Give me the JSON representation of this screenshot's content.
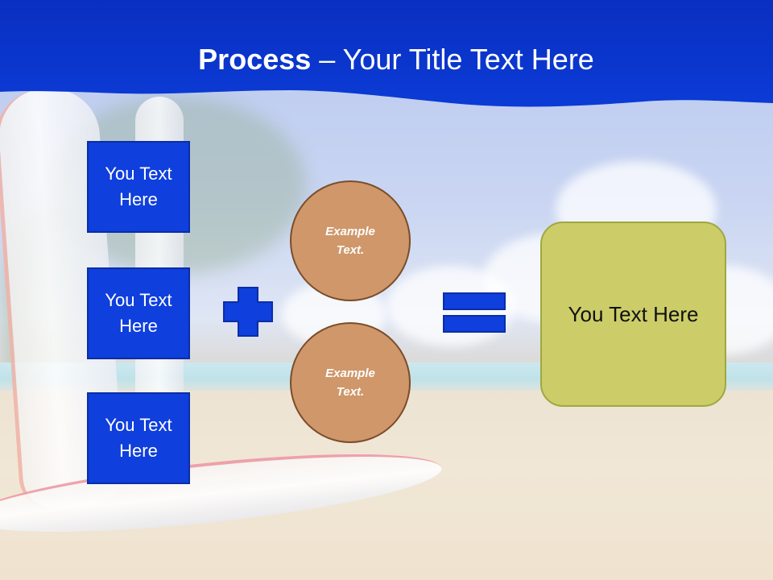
{
  "slide": {
    "title_bold": "Process",
    "title_rest": " – Your Title Text Here",
    "left_boxes": [
      {
        "label": "You Text Here"
      },
      {
        "label": "You Text Here"
      },
      {
        "label": "You Text Here"
      }
    ],
    "circles": [
      {
        "label": "Example Text."
      },
      {
        "label": "Example Text."
      }
    ],
    "result_box": {
      "label": "You Text Here"
    },
    "icons": [
      "plus-icon",
      "equals-icon"
    ]
  },
  "colors": {
    "banner": "#0a33c8",
    "box_fill": "#0f3fdc",
    "circle_fill": "#cf976a",
    "result_fill": "#cccd68"
  }
}
